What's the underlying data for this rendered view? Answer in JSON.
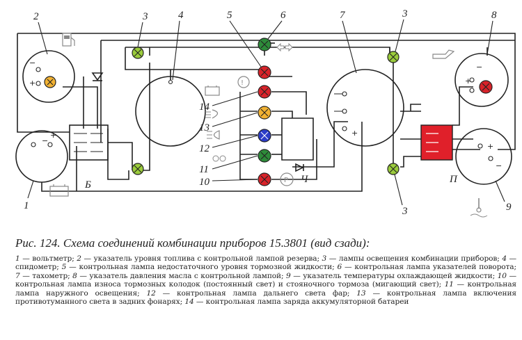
{
  "diagram": {
    "callouts": [
      "1",
      "2",
      "3",
      "4",
      "5",
      "6",
      "7",
      "3",
      "8",
      "9",
      "10",
      "11",
      "12",
      "13",
      "14",
      "3"
    ],
    "block_labels": [
      "Б",
      "Ч",
      "П"
    ],
    "terminals": {
      "plus": "+",
      "minus": "−"
    }
  },
  "caption": "Рис. 124. Схема соединений комбинации приборов 15.3801 (вид сзади):",
  "legend": [
    {
      "num": "1",
      "text": " — вольтметр; "
    },
    {
      "num": "2",
      "text": " — указатель уровня топлива с контрольной лампой резерва; "
    },
    {
      "num": "3",
      "text": " — лампы освещения комбинации приборов; "
    },
    {
      "num": "4",
      "text": " — спидометр; "
    },
    {
      "num": "5",
      "text": " — контрольная лампа недостаточного уровня тормозной жидкости; "
    },
    {
      "num": "6",
      "text": " — контрольная лампа указателей поворота; "
    },
    {
      "num": "7",
      "text": " — тахометр; "
    },
    {
      "num": "8",
      "text": " — указатель давления масла с контрольной лампой; "
    },
    {
      "num": "9",
      "text": " — указатель температуры охлаждающей жидкости; "
    },
    {
      "num": "10",
      "text": " — контрольная лампа износа тормозных колодок (постоянный свет) и стояночного тормоза (мигающий свет); "
    },
    {
      "num": "11",
      "text": " — контрольная лампа наружного освещения; "
    },
    {
      "num": "12",
      "text": " — контрольная лампа дальнего света фар; "
    },
    {
      "num": "13",
      "text": " — контрольная лампа включения противотуманного света в задних фонарях; "
    },
    {
      "num": "14",
      "text": " — контрольная лампа заряда аккумуляторной батареи"
    }
  ],
  "colors": {
    "wire": "#222222",
    "lamp_green": "#2e8b3a",
    "lamp_lime": "#9bcc3c",
    "lamp_red": "#d8232a",
    "lamp_orange": "#f2b233",
    "lamp_blue": "#2c3cc8",
    "connector_red": "#e0202a"
  }
}
